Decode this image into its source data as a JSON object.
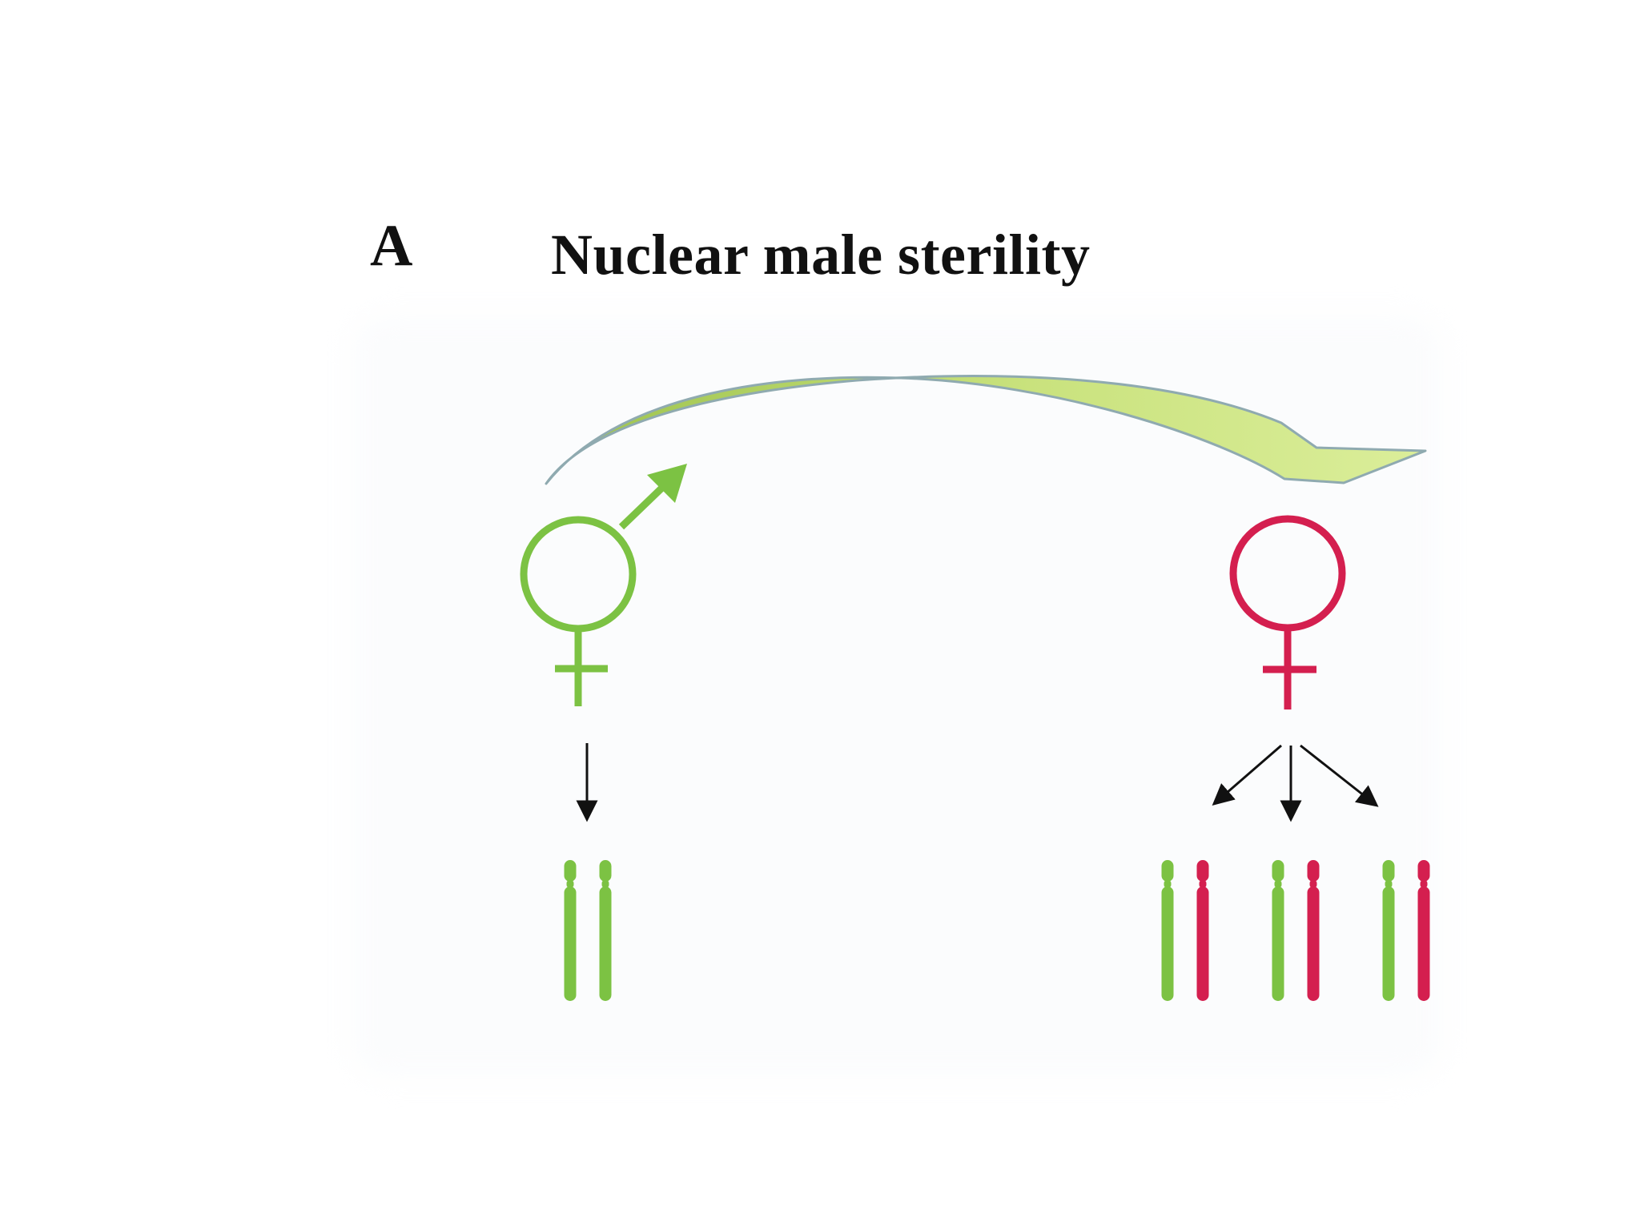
{
  "panel": {
    "label": "A",
    "title": "Nuclear male sterility"
  },
  "colors": {
    "male_fertile": "#7cc243",
    "female": "#d41f4f",
    "arrow_fill_light": "#dbee9a",
    "arrow_fill_dark": "#9cc24c",
    "arrow_stroke": "#8faab0",
    "black": "#111111"
  },
  "icons": {
    "left_symbol": "hermaphrodite-symbol-icon",
    "right_symbol": "female-symbol-icon",
    "transfer_arrow": "curved-pollen-transfer-arrow-icon"
  },
  "chromosome_pairs": {
    "left": [
      [
        "male_fertile",
        "male_fertile"
      ]
    ],
    "right": [
      [
        "male_fertile",
        "female"
      ],
      [
        "male_fertile",
        "female"
      ],
      [
        "male_fertile",
        "female"
      ]
    ]
  }
}
